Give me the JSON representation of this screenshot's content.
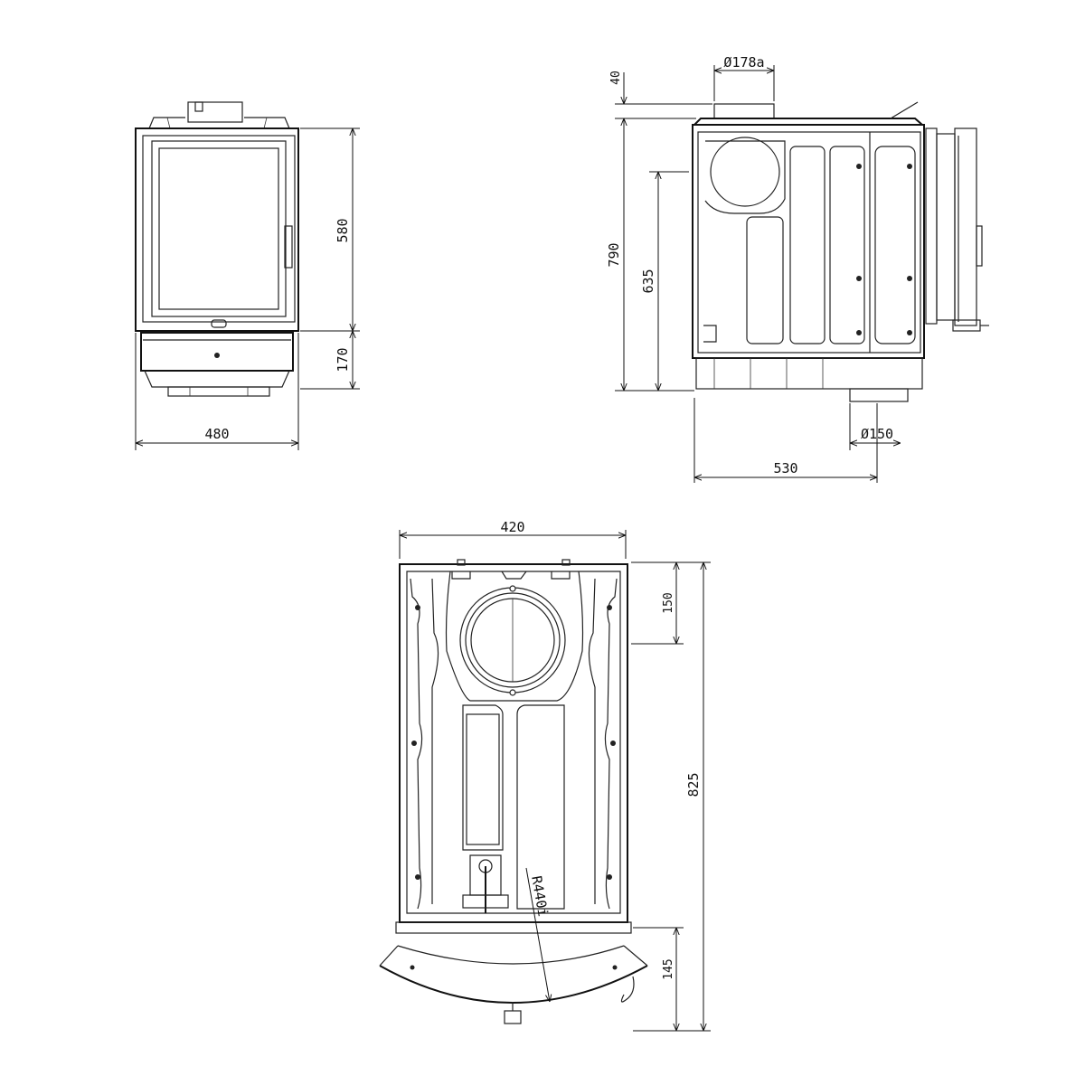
{
  "front_view": {
    "dim_height_upper": "580",
    "dim_height_lower": "170",
    "dim_width": "480"
  },
  "side_view": {
    "dim_top_offset": "40",
    "dim_flue_top": "Ø178a",
    "dim_total_height": "790",
    "dim_inner_height": "635",
    "dim_flue_bottom": "Ø150",
    "dim_depth": "530"
  },
  "top_view": {
    "dim_width": "420",
    "dim_flue_offset": "150",
    "dim_total_depth": "825",
    "dim_front_depth": "145",
    "dim_radius": "R440i"
  }
}
